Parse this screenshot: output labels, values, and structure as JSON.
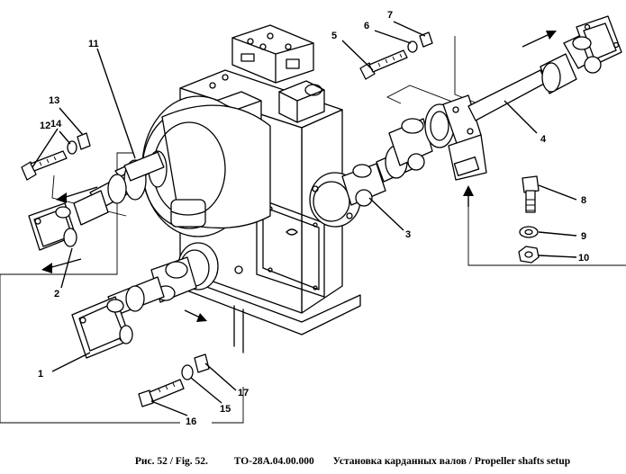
{
  "callouts": [
    {
      "id": "c1",
      "label": "1"
    },
    {
      "id": "c2",
      "label": "2"
    },
    {
      "id": "c3",
      "label": "3"
    },
    {
      "id": "c4",
      "label": "4"
    },
    {
      "id": "c5",
      "label": "5"
    },
    {
      "id": "c6",
      "label": "6"
    },
    {
      "id": "c7",
      "label": "7"
    },
    {
      "id": "c8",
      "label": "8"
    },
    {
      "id": "c9",
      "label": "9"
    },
    {
      "id": "c10",
      "label": "10"
    },
    {
      "id": "c11",
      "label": "11"
    },
    {
      "id": "c12",
      "label": "12"
    },
    {
      "id": "c13",
      "label": "13"
    },
    {
      "id": "c14",
      "label": "14"
    },
    {
      "id": "c15",
      "label": "15"
    },
    {
      "id": "c16",
      "label": "16"
    },
    {
      "id": "c17",
      "label": "17"
    }
  ],
  "caption": {
    "figure": "Рис. 52 / Fig. 52.",
    "code": "ТО-28А.04.00.000",
    "title": "Установка карданных валов / Propeller shafts setup"
  }
}
